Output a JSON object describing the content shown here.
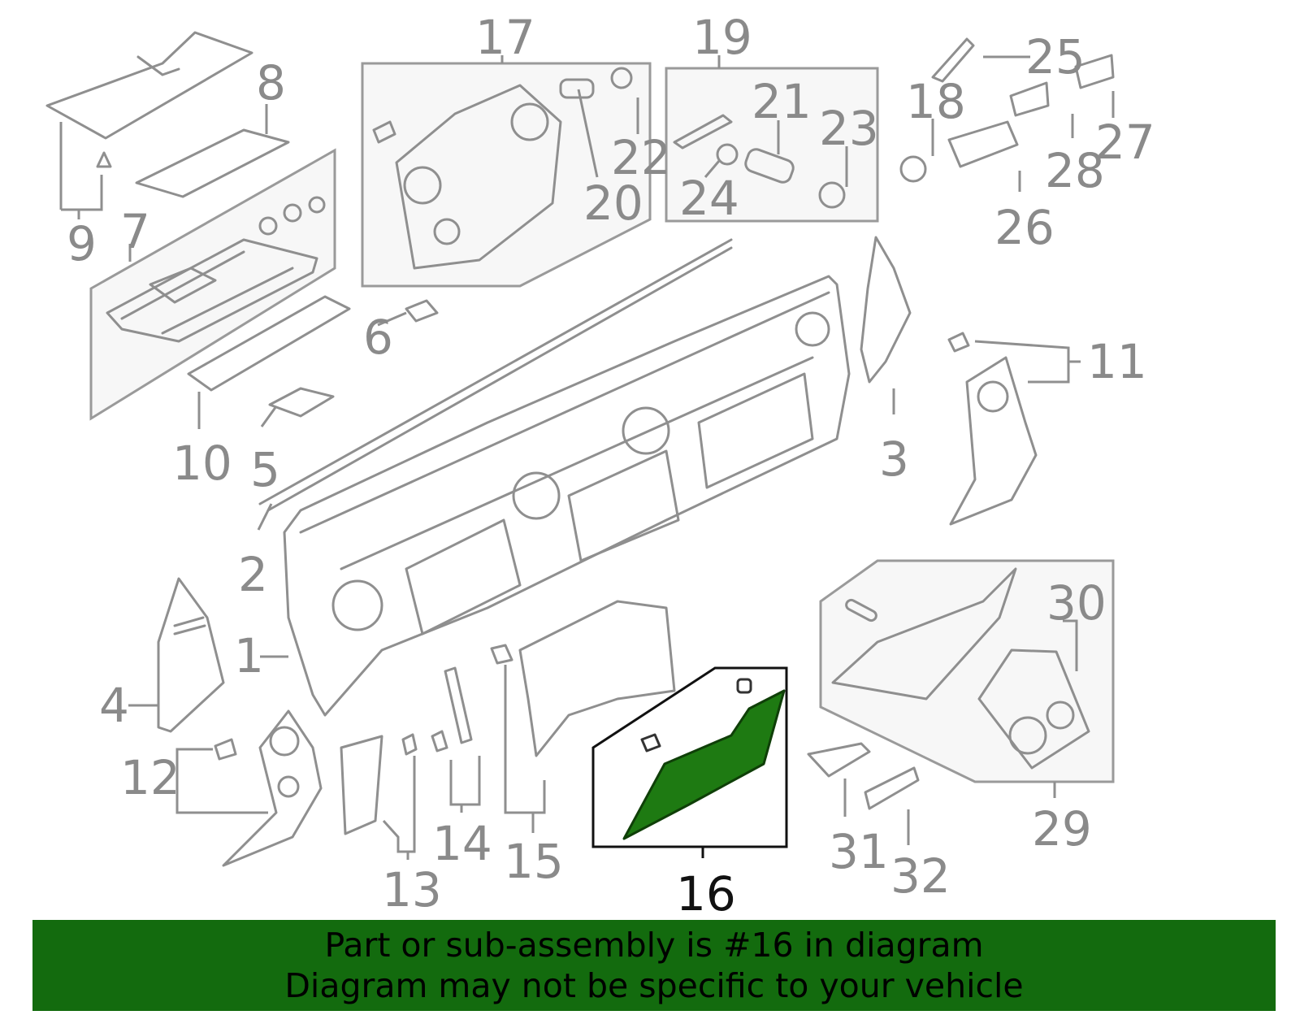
{
  "callouts": {
    "c1": "1",
    "c2": "2",
    "c3": "3",
    "c4": "4",
    "c5": "5",
    "c6": "6",
    "c7": "7",
    "c8": "8",
    "c9": "9",
    "c10": "10",
    "c11": "11",
    "c12": "12",
    "c13": "13",
    "c14": "14",
    "c15": "15",
    "c16": "16",
    "c17": "17",
    "c18": "18",
    "c19": "19",
    "c20": "20",
    "c21": "21",
    "c22": "22",
    "c23": "23",
    "c24": "24",
    "c25": "25",
    "c26": "26",
    "c27": "27",
    "c28": "28",
    "c29": "29",
    "c30": "30",
    "c31": "31",
    "c32": "32"
  },
  "highlighted_part": "16",
  "colors": {
    "highlight": "#1e7a12",
    "banner": "#136b0e",
    "line": "#8f8f8f"
  },
  "banner": {
    "line1": "Part or sub-assembly is #16 in diagram",
    "line2": "Diagram may not be specific to your vehicle"
  }
}
